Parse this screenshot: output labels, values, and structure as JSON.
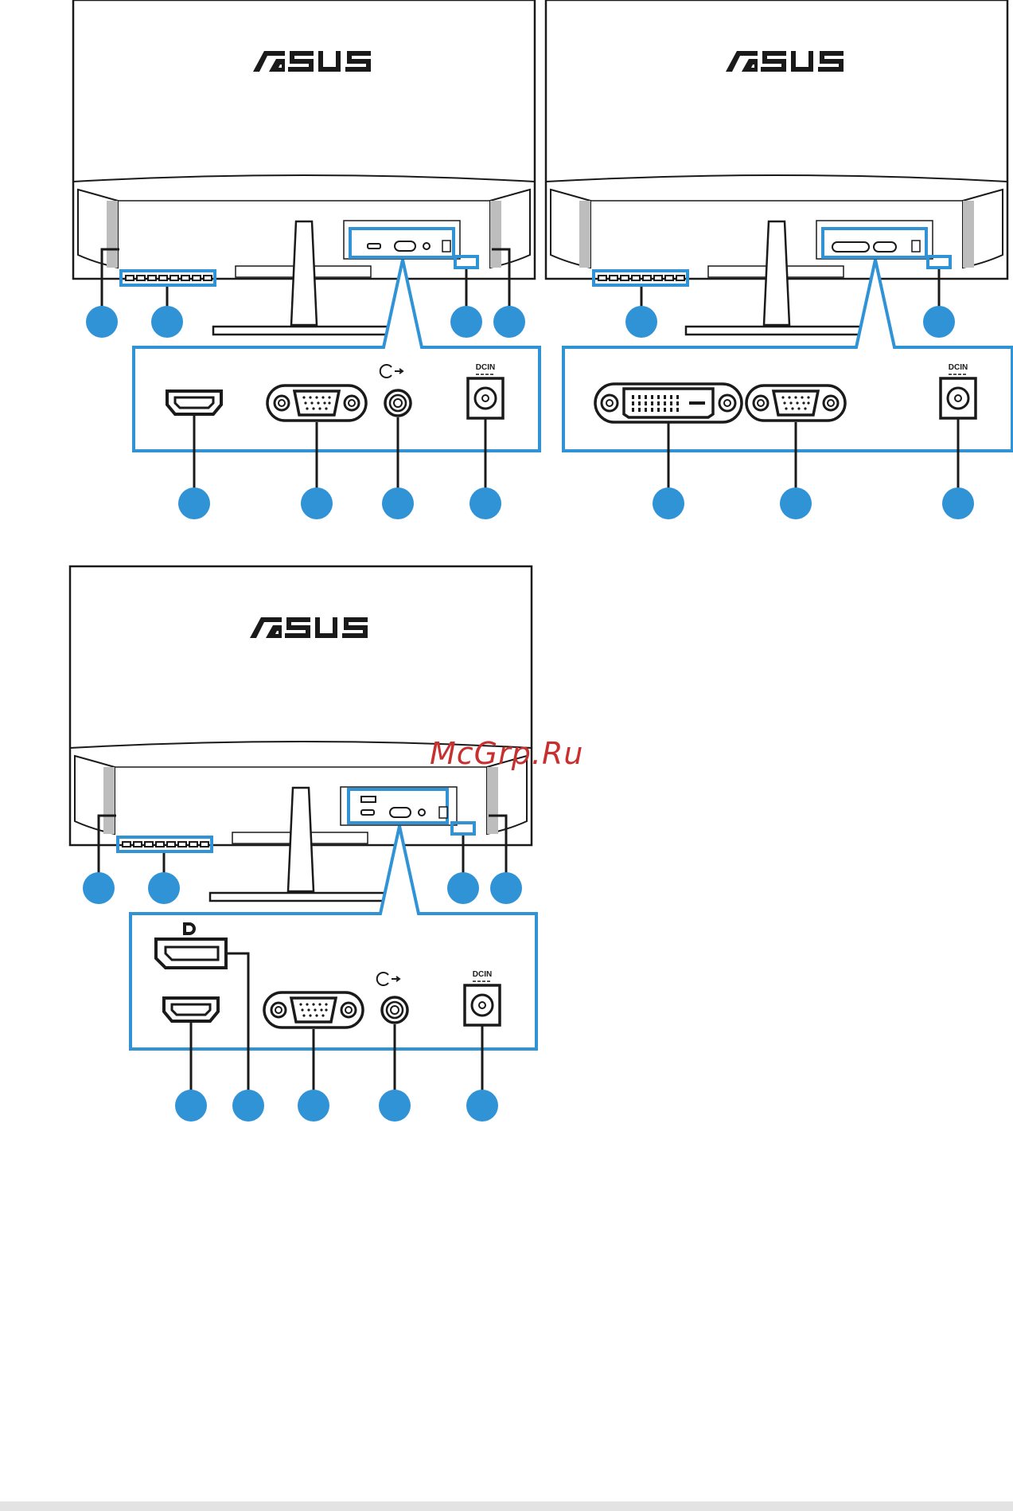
{
  "brand": "ASUS",
  "watermark": "McGrp.Ru",
  "colors": {
    "accent": "#2f93d6",
    "callout": "#2f93d6",
    "line": "#1a1a1a"
  },
  "diagrams": [
    {
      "id": "model-a",
      "ports": [
        "hdmi-port",
        "vga-port",
        "audio-jack",
        "dc-in-port"
      ],
      "port_label_dcin": "DCIN"
    },
    {
      "id": "model-b",
      "ports": [
        "dvi-port",
        "vga-port",
        "dc-in-port"
      ],
      "port_label_dcin": "DCIN"
    },
    {
      "id": "model-c",
      "ports": [
        "displayport-port",
        "hdmi-port",
        "vga-port",
        "audio-jack",
        "dc-in-port"
      ],
      "port_label_dcin": "DCIN"
    }
  ]
}
